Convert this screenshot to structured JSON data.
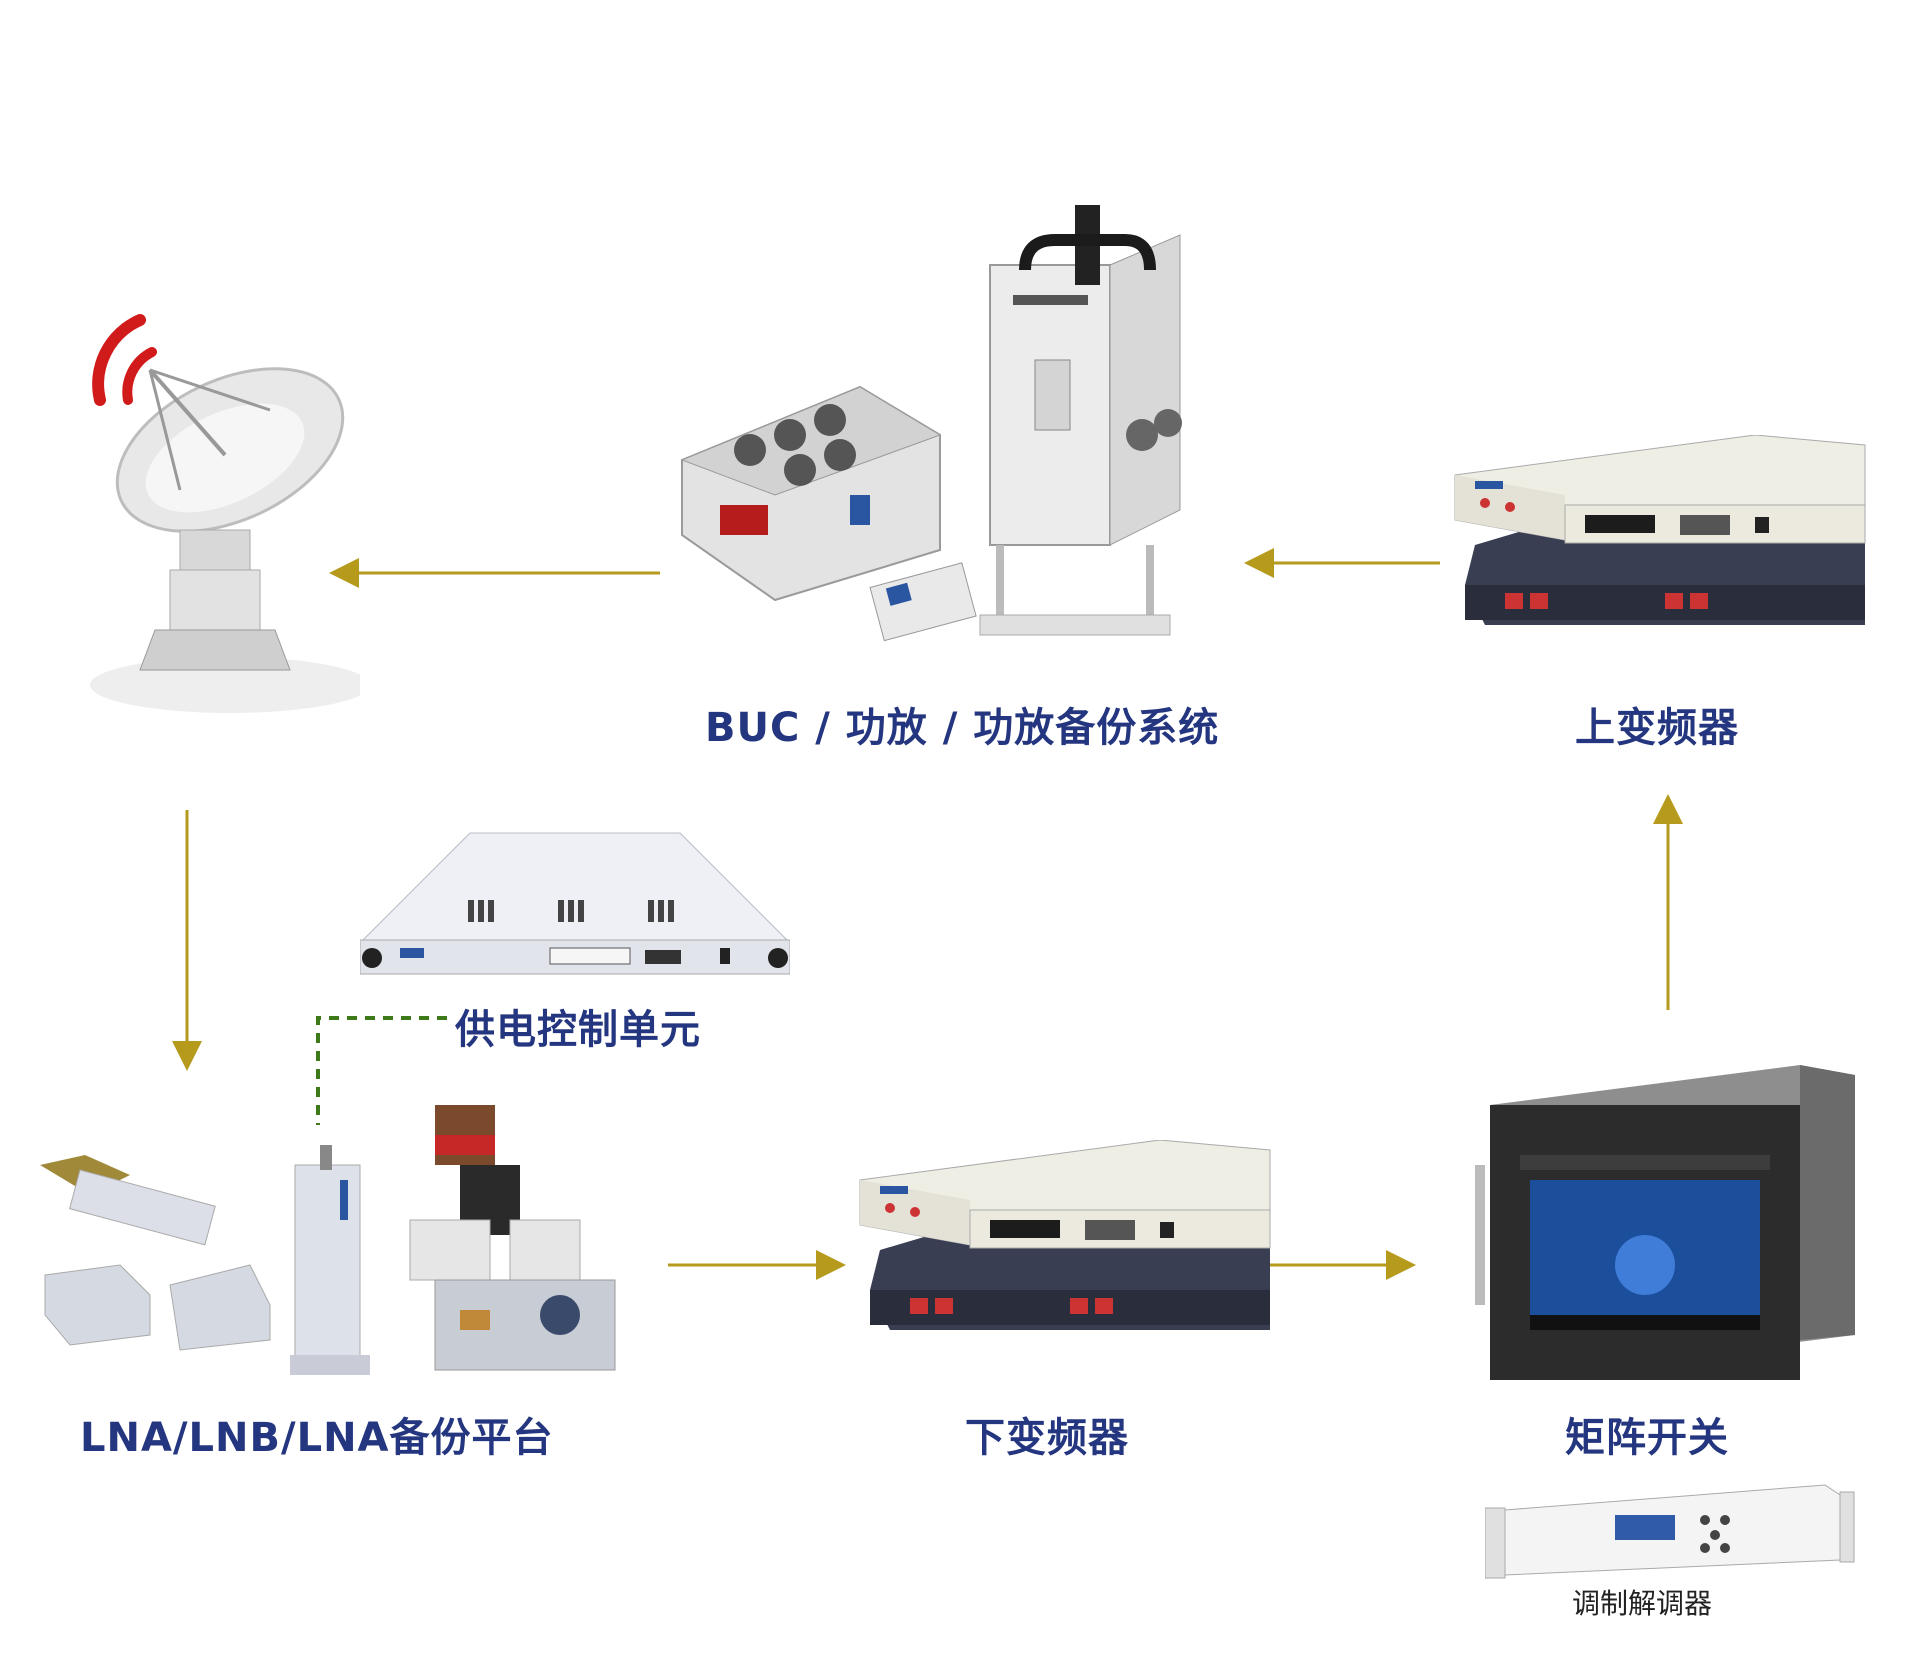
{
  "labels": {
    "buc": "BUC / 功放 / 功放备份系统",
    "upconverter": "上变频器",
    "power_unit": "供电控制单元",
    "lna": "LNA/LNB/LNA备份平台",
    "downconverter": "下变频器",
    "matrix": "矩阵开关",
    "modem": "调制解调器"
  },
  "colors": {
    "label": "#24367f",
    "arrow": "#b59a1c",
    "dashed": "#3f7a1a",
    "signal_red": "#d11a1a"
  },
  "icons": {
    "antenna": "satellite-dish-icon",
    "buc": "power-amplifier-icon",
    "rack": "rack-unit-icon",
    "matrix": "matrix-switch-icon",
    "lna": "lna-platform-icon"
  }
}
